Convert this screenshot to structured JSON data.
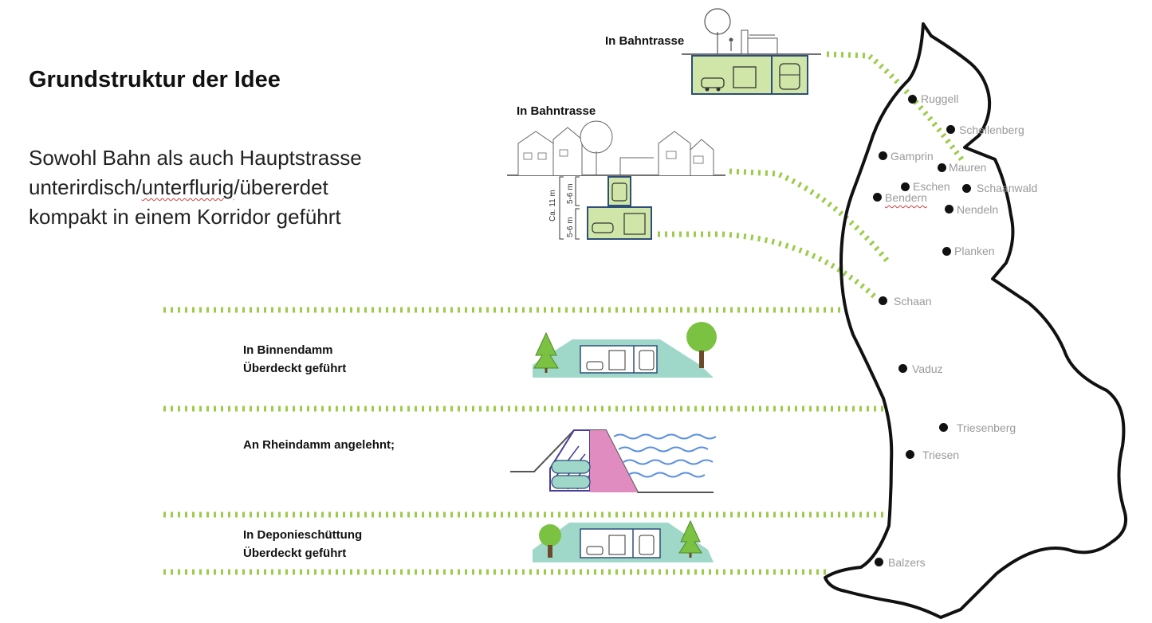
{
  "slide": {
    "title": "Grundstruktur der Idee",
    "body": {
      "line1": "Sowohl Bahn als auch Hauptstrasse",
      "line2_plain_a": "unterirdisch/",
      "line2_squiggly": "unterflurig",
      "line2_plain_b": "/übererdet",
      "line3": "kompakt in einem Korridor geführt"
    }
  },
  "variants": {
    "bahntrasse_top": "In Bahntrasse",
    "bahntrasse_stacked": "In Bahntrasse",
    "binnendamm_line1": "In Binnendamm",
    "binnendamm_line2": "Überdeckt geführt",
    "rheindamm": "An Rheindamm angelehnt;",
    "deponie_line1": "In Deponieschüttung",
    "deponie_line2": "Überdeckt geführt"
  },
  "dimensions": {
    "total": "Ca. 11 m",
    "upper": "5-6 m",
    "lower": "5-6 m"
  },
  "map": {
    "places": [
      "Ruggell",
      "Schellenberg",
      "Gamprin",
      "Mauren",
      "Eschen",
      "Schaanwald",
      "Bendern",
      "Nendeln",
      "Planken",
      "Schaan",
      "Vaduz",
      "Triesenberg",
      "Triesen",
      "Balzers"
    ]
  },
  "colors": {
    "green_dash": "#9ccc4a",
    "tunnel_fill": "#cfe6a8",
    "embankment": "#9fd8c8",
    "tree": "#7cc242",
    "rhine_dam": "#e08cc0",
    "water": "#5a8fe0",
    "outline": "#111111"
  }
}
